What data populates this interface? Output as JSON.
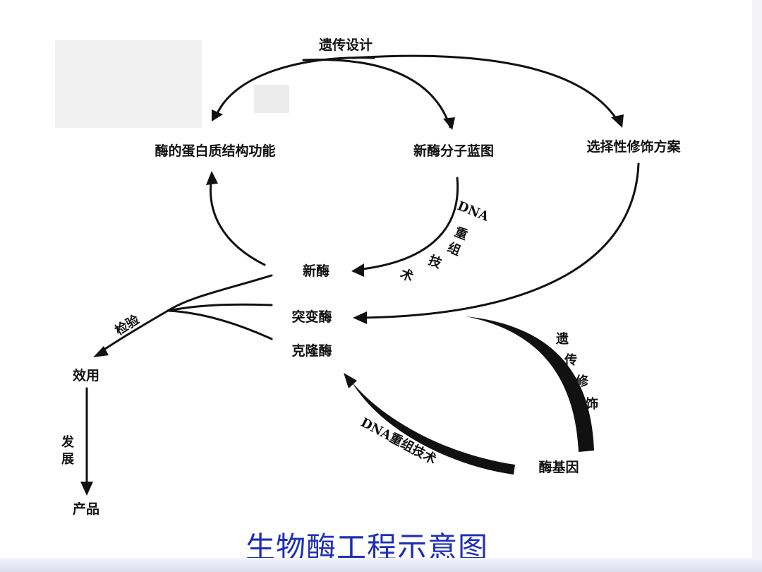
{
  "title": "生物酶工程示意图",
  "nodes": {
    "genetic_design": "遗传设计",
    "protein_structure": "酶的蛋白质结构功能",
    "new_enzyme_blueprint": "新酶分子蓝图",
    "modification_plan": "选择性修饰方案",
    "new_enzyme": "新酶",
    "mutant_enzyme": "突变酶",
    "cloned_enzyme": "克隆酶",
    "effect": "效用",
    "product": "产品",
    "enzyme_gene": "酶基因"
  },
  "edge_labels": {
    "dna_recomb_1_part1": "DNA",
    "dna_recomb_1_part2": [
      "重",
      "组",
      "技",
      "术"
    ],
    "inspection": "检验",
    "genetic_modification": [
      "遗",
      "传",
      "修",
      "饰"
    ],
    "development": [
      "发",
      "展"
    ],
    "dna_recomb_2": "DNA重组技术"
  }
}
